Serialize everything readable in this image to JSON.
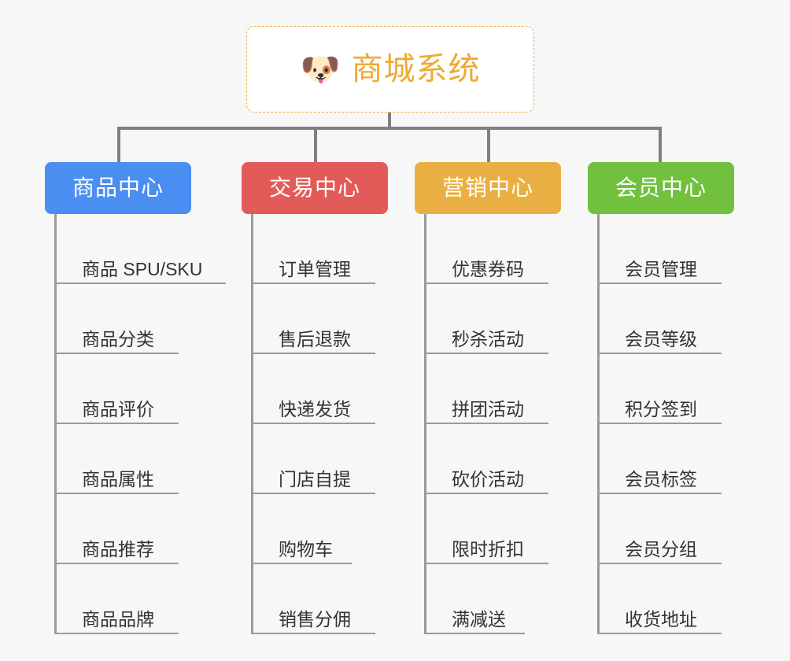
{
  "diagram": {
    "title": "商城系统",
    "icon": "dog-face-icon",
    "icon_glyph": "🐶",
    "background_color": "#f7f7f7",
    "root_border_color": "#f0b14a",
    "root_text_color": "#eeaa33",
    "connector_color": "#808080",
    "item_line_color": "#9a9a9a",
    "item_text_color": "#333333",
    "columns": [
      {
        "label": "商品中心",
        "color": "#4a8ef2",
        "items": [
          "商品 SPU/SKU",
          "商品分类",
          "商品评价",
          "商品属性",
          "商品推荐",
          "商品品牌"
        ]
      },
      {
        "label": "交易中心",
        "color": "#e35b58",
        "items": [
          "订单管理",
          "售后退款",
          "快递发货",
          "门店自提",
          "购物车",
          "销售分佣"
        ]
      },
      {
        "label": "营销中心",
        "color": "#eaaf43",
        "items": [
          "优惠券码",
          "秒杀活动",
          "拼团活动",
          "砍价活动",
          "限时折扣",
          "满减送"
        ]
      },
      {
        "label": "会员中心",
        "color": "#71c13e",
        "items": [
          "会员管理",
          "会员等级",
          "积分签到",
          "会员标签",
          "会员分组",
          "收货地址"
        ]
      }
    ]
  }
}
